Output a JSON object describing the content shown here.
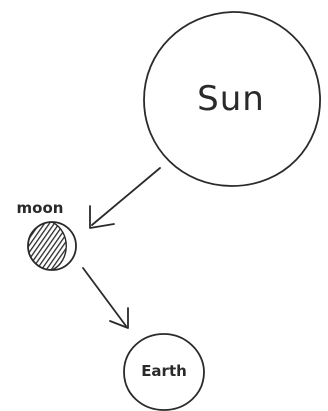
{
  "bodies": {
    "sun": {
      "label": "Sun"
    },
    "moon": {
      "label": "moon"
    },
    "earth": {
      "label": "Earth"
    }
  },
  "colors": {
    "ink": "#2a2a2a",
    "background": "#ffffff"
  }
}
